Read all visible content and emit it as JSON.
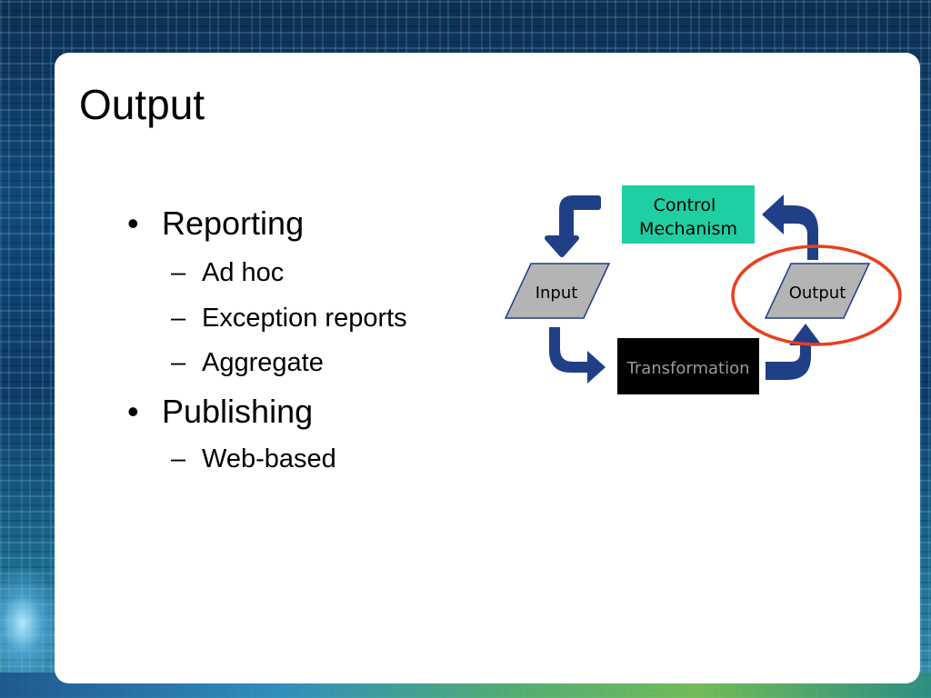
{
  "slide": {
    "title": "Output",
    "bullets": [
      {
        "text": "Reporting",
        "children": [
          "Ad hoc",
          "Exception reports",
          "Aggregate"
        ]
      },
      {
        "text": "Publishing",
        "children": [
          "Web-based"
        ]
      }
    ],
    "markers": {
      "level1": "•",
      "level2": "–"
    }
  },
  "diagram": {
    "control_label_line1": "Control",
    "control_label_line2": "Mechanism",
    "input_label": "Input",
    "transformation_label": "Transformation",
    "output_label": "Output",
    "highlighted_node": "Output"
  },
  "colors": {
    "control_fill": "#1fcfa3",
    "node_fill": "#b4b4b4",
    "transformation_fill": "#000000",
    "transformation_text": "#9a9a9a",
    "arrow": "#1f3f86",
    "highlight_ring": "#e8401f"
  }
}
